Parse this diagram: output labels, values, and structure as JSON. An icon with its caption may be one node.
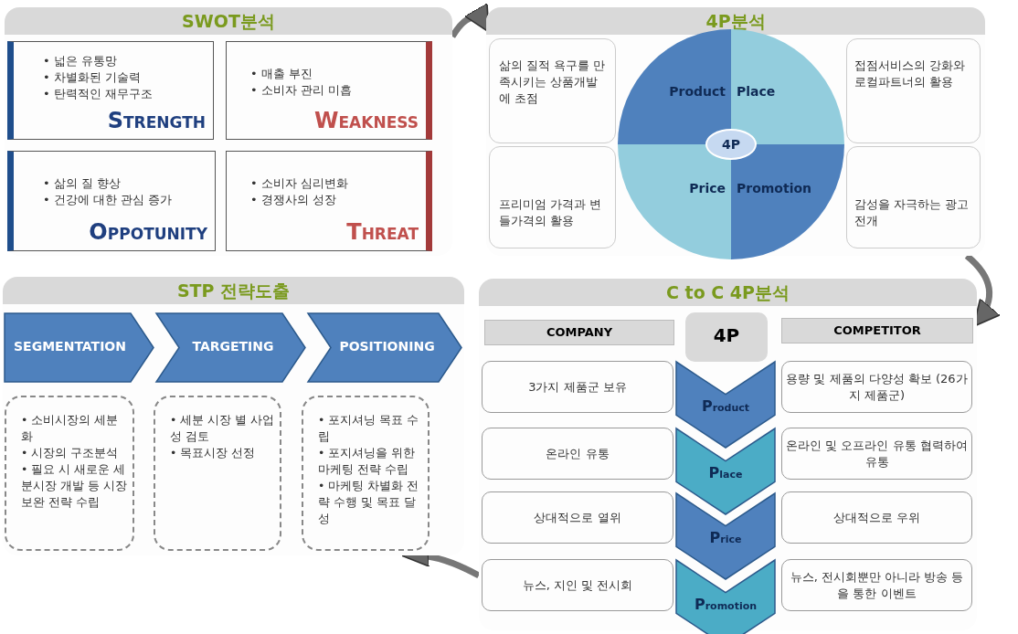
{
  "diagram": {
    "nodes": [
      {
        "text": [
          "SWOT분석"
        ]
      },
      {
        "text": [
          "• 넓은 유통망",
          "• 차별화된 기술력",
          "• 탄력적인 재무구조",
          "STRENGTH"
        ],
        "in": 0
      },
      {
        "text": [
          "• 매출 부진",
          "• 소비자 관리 미흡",
          "WEAKNESS"
        ],
        "in": 0
      },
      {
        "text": [
          "• 삶의 질 향상",
          "• 건강에 대한 관심 증가",
          "OPPOTUNITY"
        ],
        "in": 0
      },
      {
        "text": [
          "• 소비자 심리변화",
          "• 경쟁사의 성장",
          "THREAT"
        ],
        "in": 0
      },
      {
        "text": [
          "4P분석"
        ]
      },
      {
        "text": [
          "삶의 질적 욕구를 만족시키는 상품개발에 초점"
        ],
        "in": 5
      },
      {
        "text": [
          "접점서비스의 강화와 로컬파트너의 활용"
        ],
        "in": 5
      },
      {
        "text": [
          "프리미엄 가격과 변들가격의 활용"
        ],
        "in": 5
      },
      {
        "text": [
          "감성을 자극하는 광고 전개"
        ],
        "in": 5
      },
      {
        "text": [
          "Product"
        ],
        "in": 5
      },
      {
        "text": [
          "Place"
        ],
        "in": 5
      },
      {
        "text": [
          "Price"
        ],
        "in": 5
      },
      {
        "text": [
          "Promotion"
        ],
        "in": 5
      },
      {
        "text": [
          "4P"
        ],
        "in": 5
      },
      {
        "text": [
          "STP 전략도출"
        ]
      },
      {
        "text": [
          "SEGMENTATION"
        ],
        "in": 15
      },
      {
        "text": [
          "TARGETING"
        ],
        "in": 15
      },
      {
        "text": [
          "POSITIONING"
        ],
        "in": 15
      },
      {
        "text": [
          "• 소비시장의 세분화",
          "• 시장의 구조분석",
          "• 필요 시 새로운 세분시장 개발 등 시장보완 전략 수립"
        ],
        "in": 15
      },
      {
        "text": [
          "• 세분 시장 별 사업성 검토",
          "• 목표시장 선정"
        ],
        "in": 15
      },
      {
        "text": [
          "• 포지셔닝 목표 수립",
          "• 포지셔닝을 위한 마케팅 전략 수립",
          "• 마케팅 차별화 전략 수행 및 목표 달성"
        ],
        "in": 15
      },
      {
        "text": [
          "C to C 4P분석"
        ]
      },
      {
        "text": [
          "COMPANY"
        ],
        "in": 22
      },
      {
        "text": [
          "4P"
        ],
        "in": 22
      },
      {
        "text": [
          "COMPETITOR"
        ],
        "in": 22
      },
      {
        "text": [
          "3가지 제품군 보유"
        ],
        "in": 22
      },
      {
        "text": [
          "Product"
        ],
        "in": 22
      },
      {
        "text": [
          "용량 및 제품의 다양성 확보 (26가지 제품군)"
        ],
        "in": 22
      },
      {
        "text": [
          "온라인 유통"
        ],
        "in": 22
      },
      {
        "text": [
          "Place"
        ],
        "in": 22
      },
      {
        "text": [
          "온라인 및 오프라인 유통 협력하여 유통"
        ],
        "in": 22
      },
      {
        "text": [
          "상대적으로 열위"
        ],
        "in": 22
      },
      {
        "text": [
          "Price"
        ],
        "in": 22
      },
      {
        "text": [
          "상대적으로 우위"
        ],
        "in": 22
      },
      {
        "text": [
          "뉴스, 지인 및 전시회"
        ],
        "in": 22
      },
      {
        "text": [
          "Promotion"
        ],
        "in": 22
      },
      {
        "text": [
          "뉴스, 전시회뿐만 아니라 방송 등을 통한 이벤트"
        ],
        "in": 22
      }
    ],
    "edges": [
      {
        "from": 0,
        "to": 5,
        "arrow": "to"
      },
      {
        "from": 5,
        "to": 22,
        "arrow": "to"
      },
      {
        "from": 22,
        "to": 15,
        "arrow": "to"
      }
    ]
  }
}
